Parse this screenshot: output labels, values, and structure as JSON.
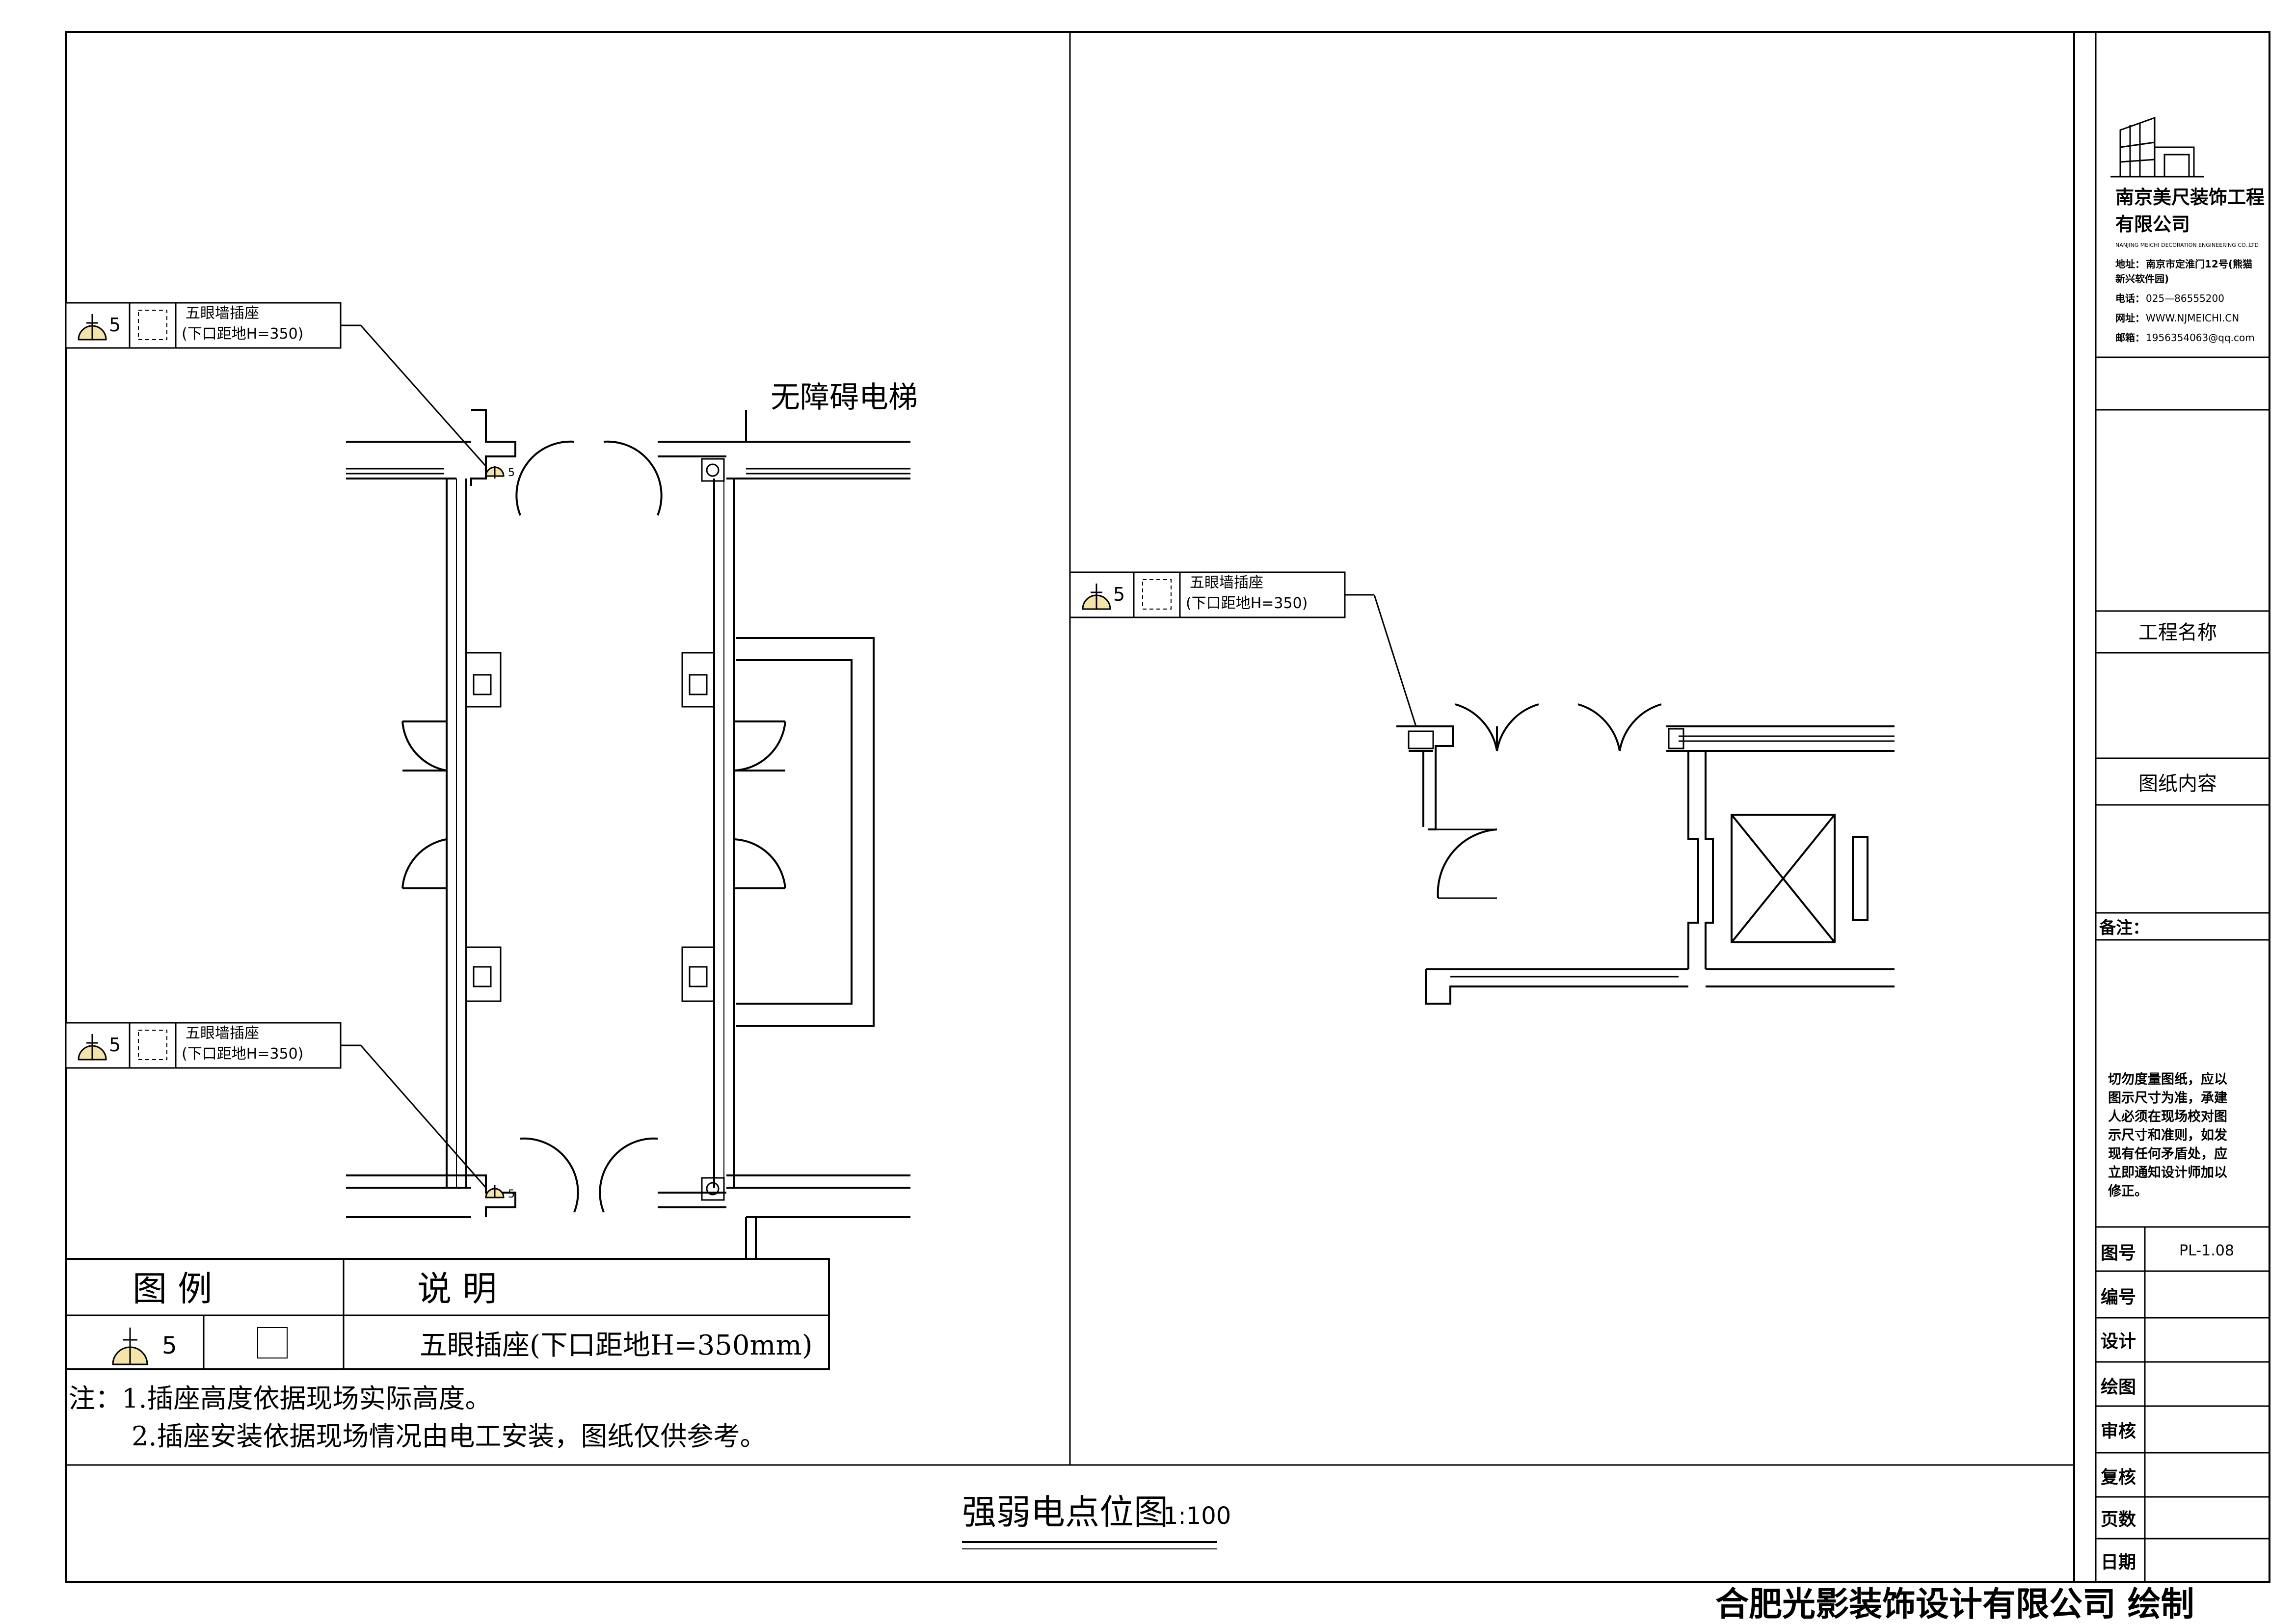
{
  "plan": {
    "overlay_text": "无障碍电梯",
    "callouts": [
      {
        "number": "5",
        "title": "五眼墙插座",
        "subtitle": "(下口距地H=350)"
      },
      {
        "number": "5",
        "title": "五眼墙插座",
        "subtitle": "(下口距地H=350)"
      },
      {
        "number": "5",
        "title": "五眼墙插座",
        "subtitle": "(下口距地H=350)"
      }
    ],
    "symbol_number": "5"
  },
  "legend": {
    "header_symbol": "图    例",
    "header_desc": "说    明",
    "row_number": "5",
    "row_desc": "五眼插座(下口距地H=350mm)"
  },
  "notes": {
    "line1": "注：1.插座高度依据现场实际高度。",
    "line2": "2.插座安装依据现场情况由电工安装，图纸仅供参考。"
  },
  "drawing_title": {
    "name": "强弱电点位图",
    "scale": "1:100"
  },
  "title_block": {
    "company_name_line1": "南京美尺装饰工程",
    "company_name_line2": "有限公司",
    "company_name_en": "NANJING MEICHI DECORATION ENGINEERING CO.,LTD",
    "address_label": "地址：",
    "address_value": "南京市定淮门12号(熊猫",
    "address_value2": "新兴软件园)",
    "phone_label": "电话：",
    "phone_value": "025—86555200",
    "web_label": "网址：",
    "web_value": "WWW.NJMEICHI.CN",
    "email_label": "邮箱：",
    "email_value": "1956354063@qq.com",
    "project_name_label": "工程名称",
    "drawing_content_label": "图纸内容",
    "remarks_label": "备注：",
    "warning": [
      "切勿度量图纸，应以",
      "图示尺寸为准，承建",
      "人必须在现场校对图",
      "示尺寸和准则，如发",
      "现有任何矛盾处，应",
      "立即通知设计师加以",
      "修正。"
    ],
    "rows": [
      {
        "label": "图号",
        "value": "PL-1.08"
      },
      {
        "label": "编号",
        "value": ""
      },
      {
        "label": "设计",
        "value": ""
      },
      {
        "label": "绘图",
        "value": ""
      },
      {
        "label": "审核",
        "value": ""
      },
      {
        "label": "复核",
        "value": ""
      },
      {
        "label": "页数",
        "value": ""
      },
      {
        "label": "日期",
        "value": ""
      }
    ]
  },
  "footer": "合肥光影装饰设计有限公司 绘制"
}
